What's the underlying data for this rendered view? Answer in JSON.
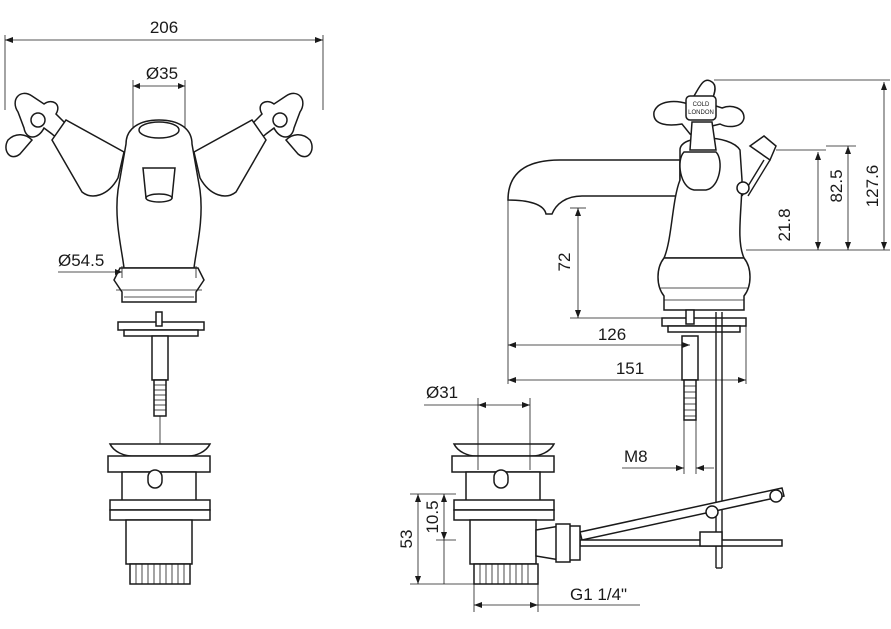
{
  "dimensions": {
    "overall_width": "206",
    "body_diameter": "Ø35",
    "base_diameter": "Ø54.5",
    "spout_height": "72",
    "pop_rod_height": "21.8",
    "handle_height": "82.5",
    "overall_height": "127.6",
    "spout_reach_short": "126",
    "spout_reach_long": "151",
    "thread_size": "M8",
    "waste_diameter": "Ø31",
    "waste_height": "53",
    "waste_offset": "10.5",
    "waste_thread": "G1 1/4\""
  },
  "handle_label": {
    "top": "COLD",
    "bottom": "LONDON"
  },
  "colors": {
    "line": "#1a1a1a",
    "background": "#ffffff"
  }
}
